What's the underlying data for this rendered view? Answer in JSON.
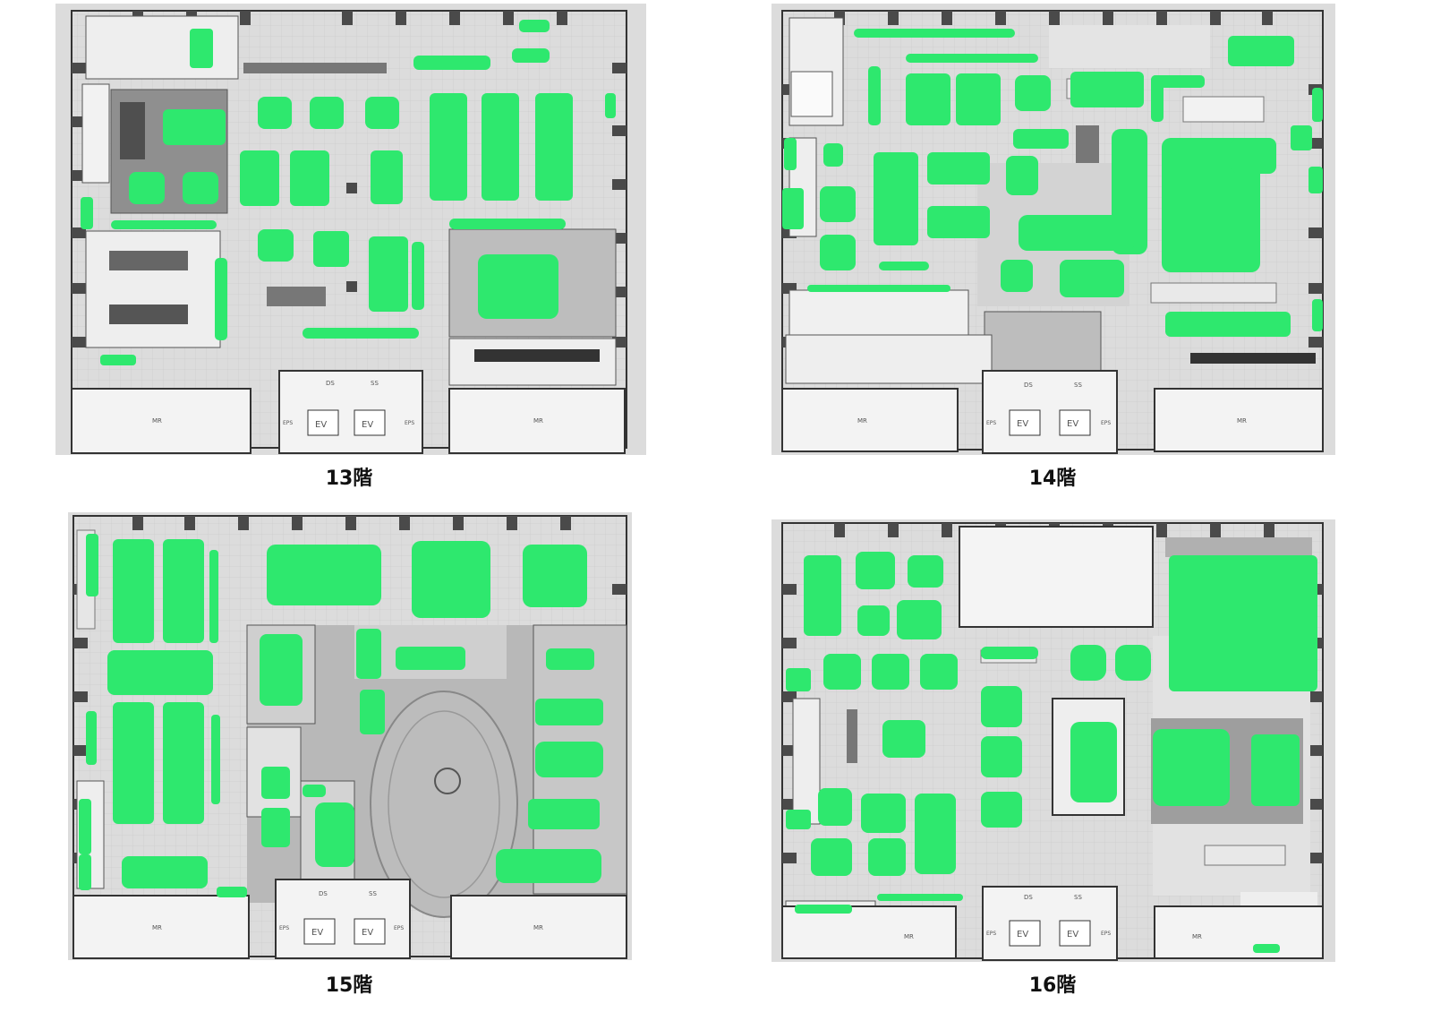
{
  "colors": {
    "page_bg": "#ffffff",
    "plan_bg": "#dcdcdc",
    "grid": "#c6c6c6",
    "wall": "#333333",
    "column": "#4a4a4a",
    "room_fill": "#f3f3f3",
    "dark_room": "#8c8c8c",
    "mid_room": "#b3b3b3",
    "furniture": "#555555",
    "highlight": "#2ee86e"
  },
  "floors": [
    {
      "id": "13",
      "label": "13階",
      "room_labels": {
        "mr_left": "MR",
        "mr_right": "MR",
        "ds": "DS",
        "ss": "SS",
        "ev1": "EV",
        "ev2": "EV",
        "eps_left": "EPS",
        "eps_right": "EPS"
      }
    },
    {
      "id": "14",
      "label": "14階",
      "room_labels": {
        "mr_left": "MR",
        "mr_right": "MR",
        "ds": "DS",
        "ss": "SS",
        "ev1": "EV",
        "ev2": "EV",
        "eps_left": "EPS",
        "eps_right": "EPS"
      }
    },
    {
      "id": "15",
      "label": "15階",
      "room_labels": {
        "mr_left": "MR",
        "mr_right": "MR",
        "ds": "DS",
        "ss": "SS",
        "ev1": "EV",
        "ev2": "EV",
        "eps_left": "EPS",
        "eps_right": "EPS"
      }
    },
    {
      "id": "16",
      "label": "16階",
      "room_labels": {
        "mr_left": "MR",
        "mr_right": "MR",
        "ds": "DS",
        "ss": "SS",
        "ev1": "EV",
        "ev2": "EV",
        "eps_left": "EPS",
        "eps_right": "EPS"
      }
    }
  ]
}
